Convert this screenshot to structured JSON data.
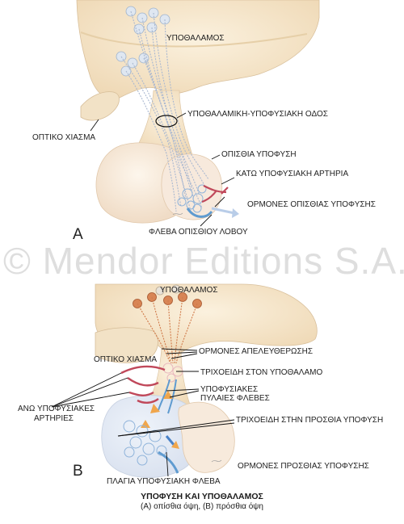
{
  "panel_a": {
    "letter": "A",
    "labels": {
      "hypothalamus": "ΥΠΟΘΑΛΑΜΟΣ",
      "tract": "ΥΠΟΘΑΛΑΜΙΚΗ-ΥΠΟΦΥΣΙΑΚΗ ΟΔΟΣ",
      "optic_chiasm": "ΟΠΤΙΚΟ ΧΙΑΣΜΑ",
      "posterior_pituitary": "ΟΠΙΣΘΙΑ ΥΠΟΦΥΣΗ",
      "inferior_artery": "ΚΑΤΩ ΥΠΟΦΥΣΙΑΚΗ ΑΡΤΗΡΙΑ",
      "posterior_hormones": "ΟΡΜΟΝΕΣ ΟΠΙΣΘΙΑΣ ΥΠΟΦΥΣΗΣ",
      "posterior_lobe_vein": "ΦΛΕΒΑ ΟΠΙΣΘΙΟΥ ΛΟΒΟΥ"
    }
  },
  "panel_b": {
    "letter": "B",
    "labels": {
      "hypothalamus": "ΥΠΟΘΑΛΑΜΟΣ",
      "releasing_hormones": "ΟΡΜΟΝΕΣ ΑΠΕΛΕΥΘΕΡΩΣΗΣ",
      "optic_chiasm": "ΟΠΤΙΚΟ ΧΙΑΣΜΑ",
      "capillaries_hypothalamus": "ΤΡΙΧΟΕΙΔΗ ΣΤΟΝ ΥΠΟΘΑΛΑΜΟ",
      "portal_veins_line1": "ΥΠΟΦΥΣΙΑΚΕΣ",
      "portal_veins_line2": "ΠΥΛΑΙΕΣ ΦΛΕΒΕΣ",
      "superior_arteries_line1": "ΑΝΩ ΥΠΟΦΥΣΙΑΚΕΣ",
      "superior_arteries_line2": "ΑΡΤΗΡΙΕΣ",
      "capillaries_anterior": "ΤΡΙΧΟΕΙΔΗ ΣΤΗΝ ΠΡΟΣΘΙΑ ΥΠΟΦΥΣΗ",
      "anterior_hormones": "ΟΡΜΟΝΕΣ ΠΡΟΣΘΙΑΣ ΥΠΟΦΥΣΗΣ",
      "lateral_vein": "ΠΛΑΓΙΑ ΥΠΟΦΥΣΙΑΚΗ ΦΛΕΒΑ"
    }
  },
  "watermark": "© Mendor Editions S.A.",
  "caption": {
    "title": "ΥΠΟΦΥΣΗ ΚΑΙ ΥΠΟΘΑΛΑΜΟΣ",
    "subtitle": "(Α) οπίσθια όψη, (Β) πρόσθια όψη"
  },
  "colors": {
    "tissue": "#f4e4c8",
    "neuron_a": "#c6d4e4",
    "neuron_b": "#d07a4a",
    "artery": "#c0485a",
    "vein": "#5f9bd0",
    "hormone_arrow": "#4a82c8"
  }
}
